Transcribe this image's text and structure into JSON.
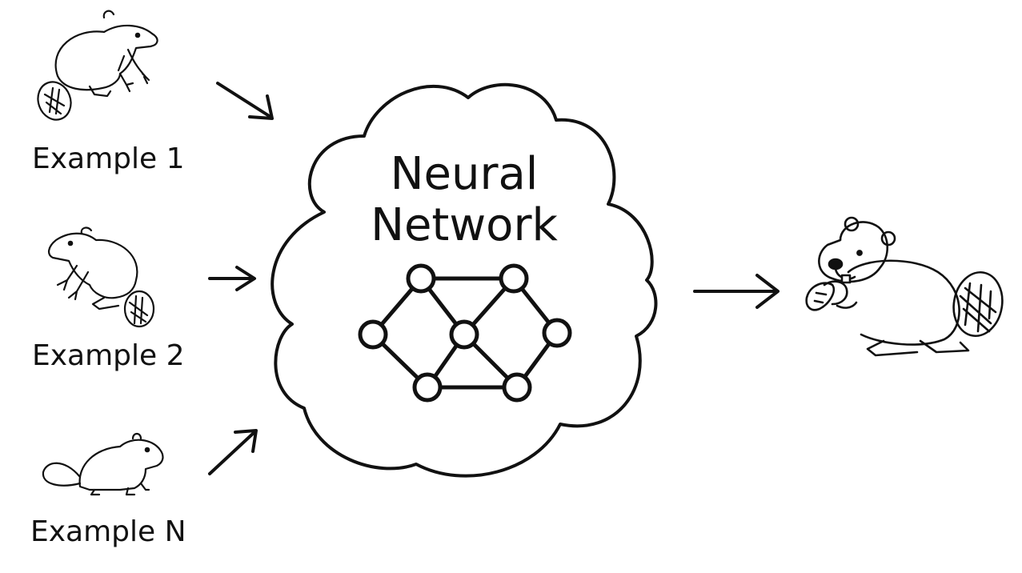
{
  "examples": [
    {
      "label": "Example 1",
      "icon": "beaver-sketch-icon"
    },
    {
      "label": "Example 2",
      "icon": "beaver-sketch-icon"
    },
    {
      "label": "Example N",
      "icon": "beaver-sketch-icon"
    }
  ],
  "network": {
    "title_line1": "Neural",
    "title_line2": "Network",
    "icon": "neural-graph-icon"
  },
  "output": {
    "icon": "beaver-cartoon-icon"
  },
  "colors": {
    "ink": "#111111",
    "background": "#ffffff"
  }
}
